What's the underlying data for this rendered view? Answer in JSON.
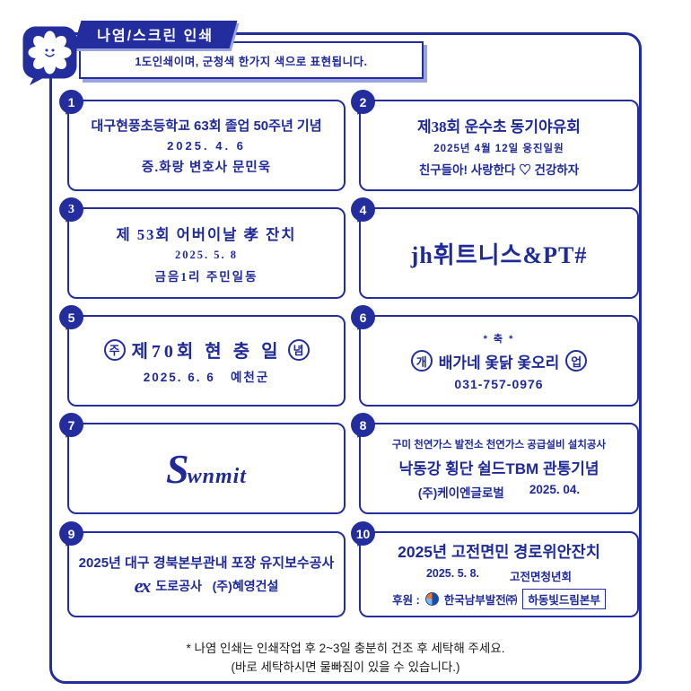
{
  "colors": {
    "ink_navy": "#232d9e"
  },
  "header": {
    "banner": "나염/스크린 인쇄",
    "subtitle": "1도인쇄이며, 군청색 한가지 색으로 표현됩니다."
  },
  "samples": {
    "s1": {
      "num": "1",
      "line1": "대구현풍초등학교 63회 졸업 50주년 기념",
      "line2": "2025. 4. 6",
      "line3": "증.화랑 변호사 문민욱"
    },
    "s2": {
      "num": "2",
      "line1": "제38회 운수초 동기야유회",
      "line2": "2025년 4월 12일 웅진일원",
      "line3": "친구들아! 사랑한다 ♡ 건강하자"
    },
    "s3": {
      "num": "3",
      "line1": "제 53회 어버이날 孝 잔치",
      "line2": "2025. 5. 8",
      "line3": "금음1리 주민일동"
    },
    "s4": {
      "num": "4",
      "line1": "jh휘트니스&PT#"
    },
    "s5": {
      "num": "5",
      "circle1": "주",
      "line1": "제70회 현 충 일",
      "circle2": "념",
      "line2": "2025. 6. 6   예천군"
    },
    "s6": {
      "num": "6",
      "top": "* 축 *",
      "circle1": "개",
      "line1": "배가네 옻닭 옻오리",
      "circle2": "업",
      "line2": "031-757-0976"
    },
    "s7": {
      "num": "7",
      "logo_s": "S",
      "logo_rest": "wnmit"
    },
    "s8": {
      "num": "8",
      "line1": "구미 천연가스 발전소 천연가스 공급설비 설치공사",
      "line2": "낙동강 횡단 쉴드TBM 관통기념",
      "line3a": "(주)케이엔글로벌",
      "line3b": "2025. 04."
    },
    "s9": {
      "num": "9",
      "line1": "2025년 대구 경북본부관내 포장 유지보수공사",
      "logo": "ex",
      "line2": "도로공사   (주)혜영건설"
    },
    "s10": {
      "num": "10",
      "line1": "2025년 고전면민 경로위안잔치",
      "line2a": "2025. 5. 8.",
      "line2b": "고전면청년회",
      "line3a": "후원 :",
      "line3b": "한국남부발전㈜",
      "line3c": "하동빛드림본부"
    }
  },
  "footer": {
    "line1": "* 나염 인쇄는 인쇄작업 후 2~3일 충분히 건조 후 세탁해 주세요.",
    "line2": "(바로 세탁하시면 물빠짐이 있을 수 있습니다.)"
  }
}
